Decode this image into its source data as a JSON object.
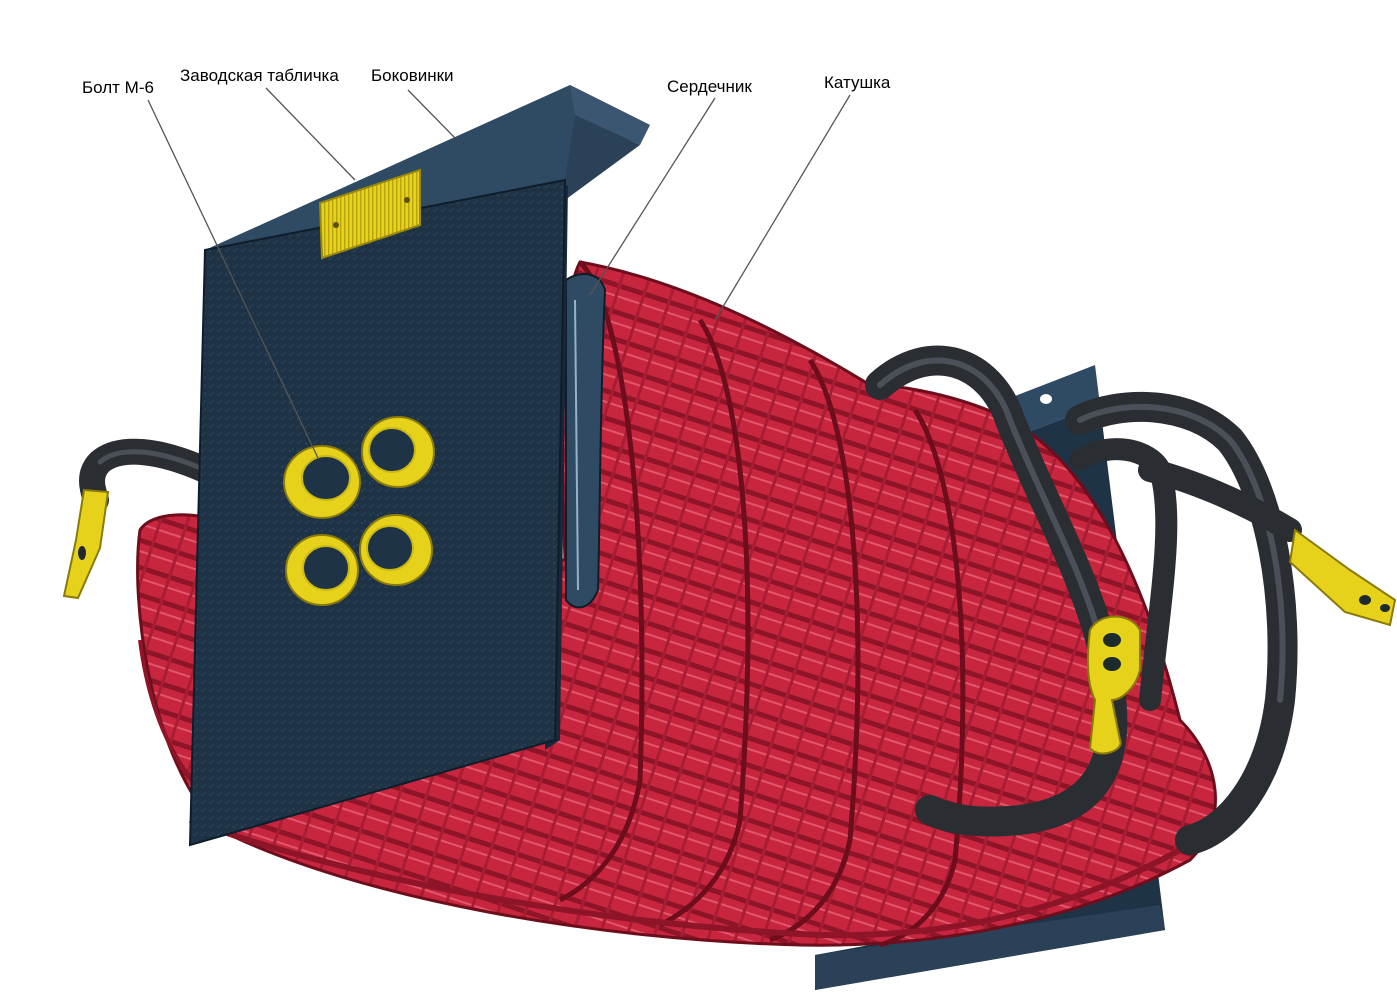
{
  "labels": {
    "bolt": "Болт М-6",
    "nameplate": "Заводская табличка",
    "side_plates": "Боковинки",
    "core": "Сердечник",
    "coil": "Катушка"
  },
  "colors": {
    "background": "#ffffff",
    "side_plate": "#1f3347",
    "side_plate_edge": "#2f4a63",
    "coil": "#c8263f",
    "coil_dark": "#7a1020",
    "coil_light": "#e2566c",
    "cable": "#2a2e33",
    "cable_light": "#5a6068",
    "brass": "#e6d21a",
    "leader_line": "#555555",
    "label_text": "#000000"
  }
}
